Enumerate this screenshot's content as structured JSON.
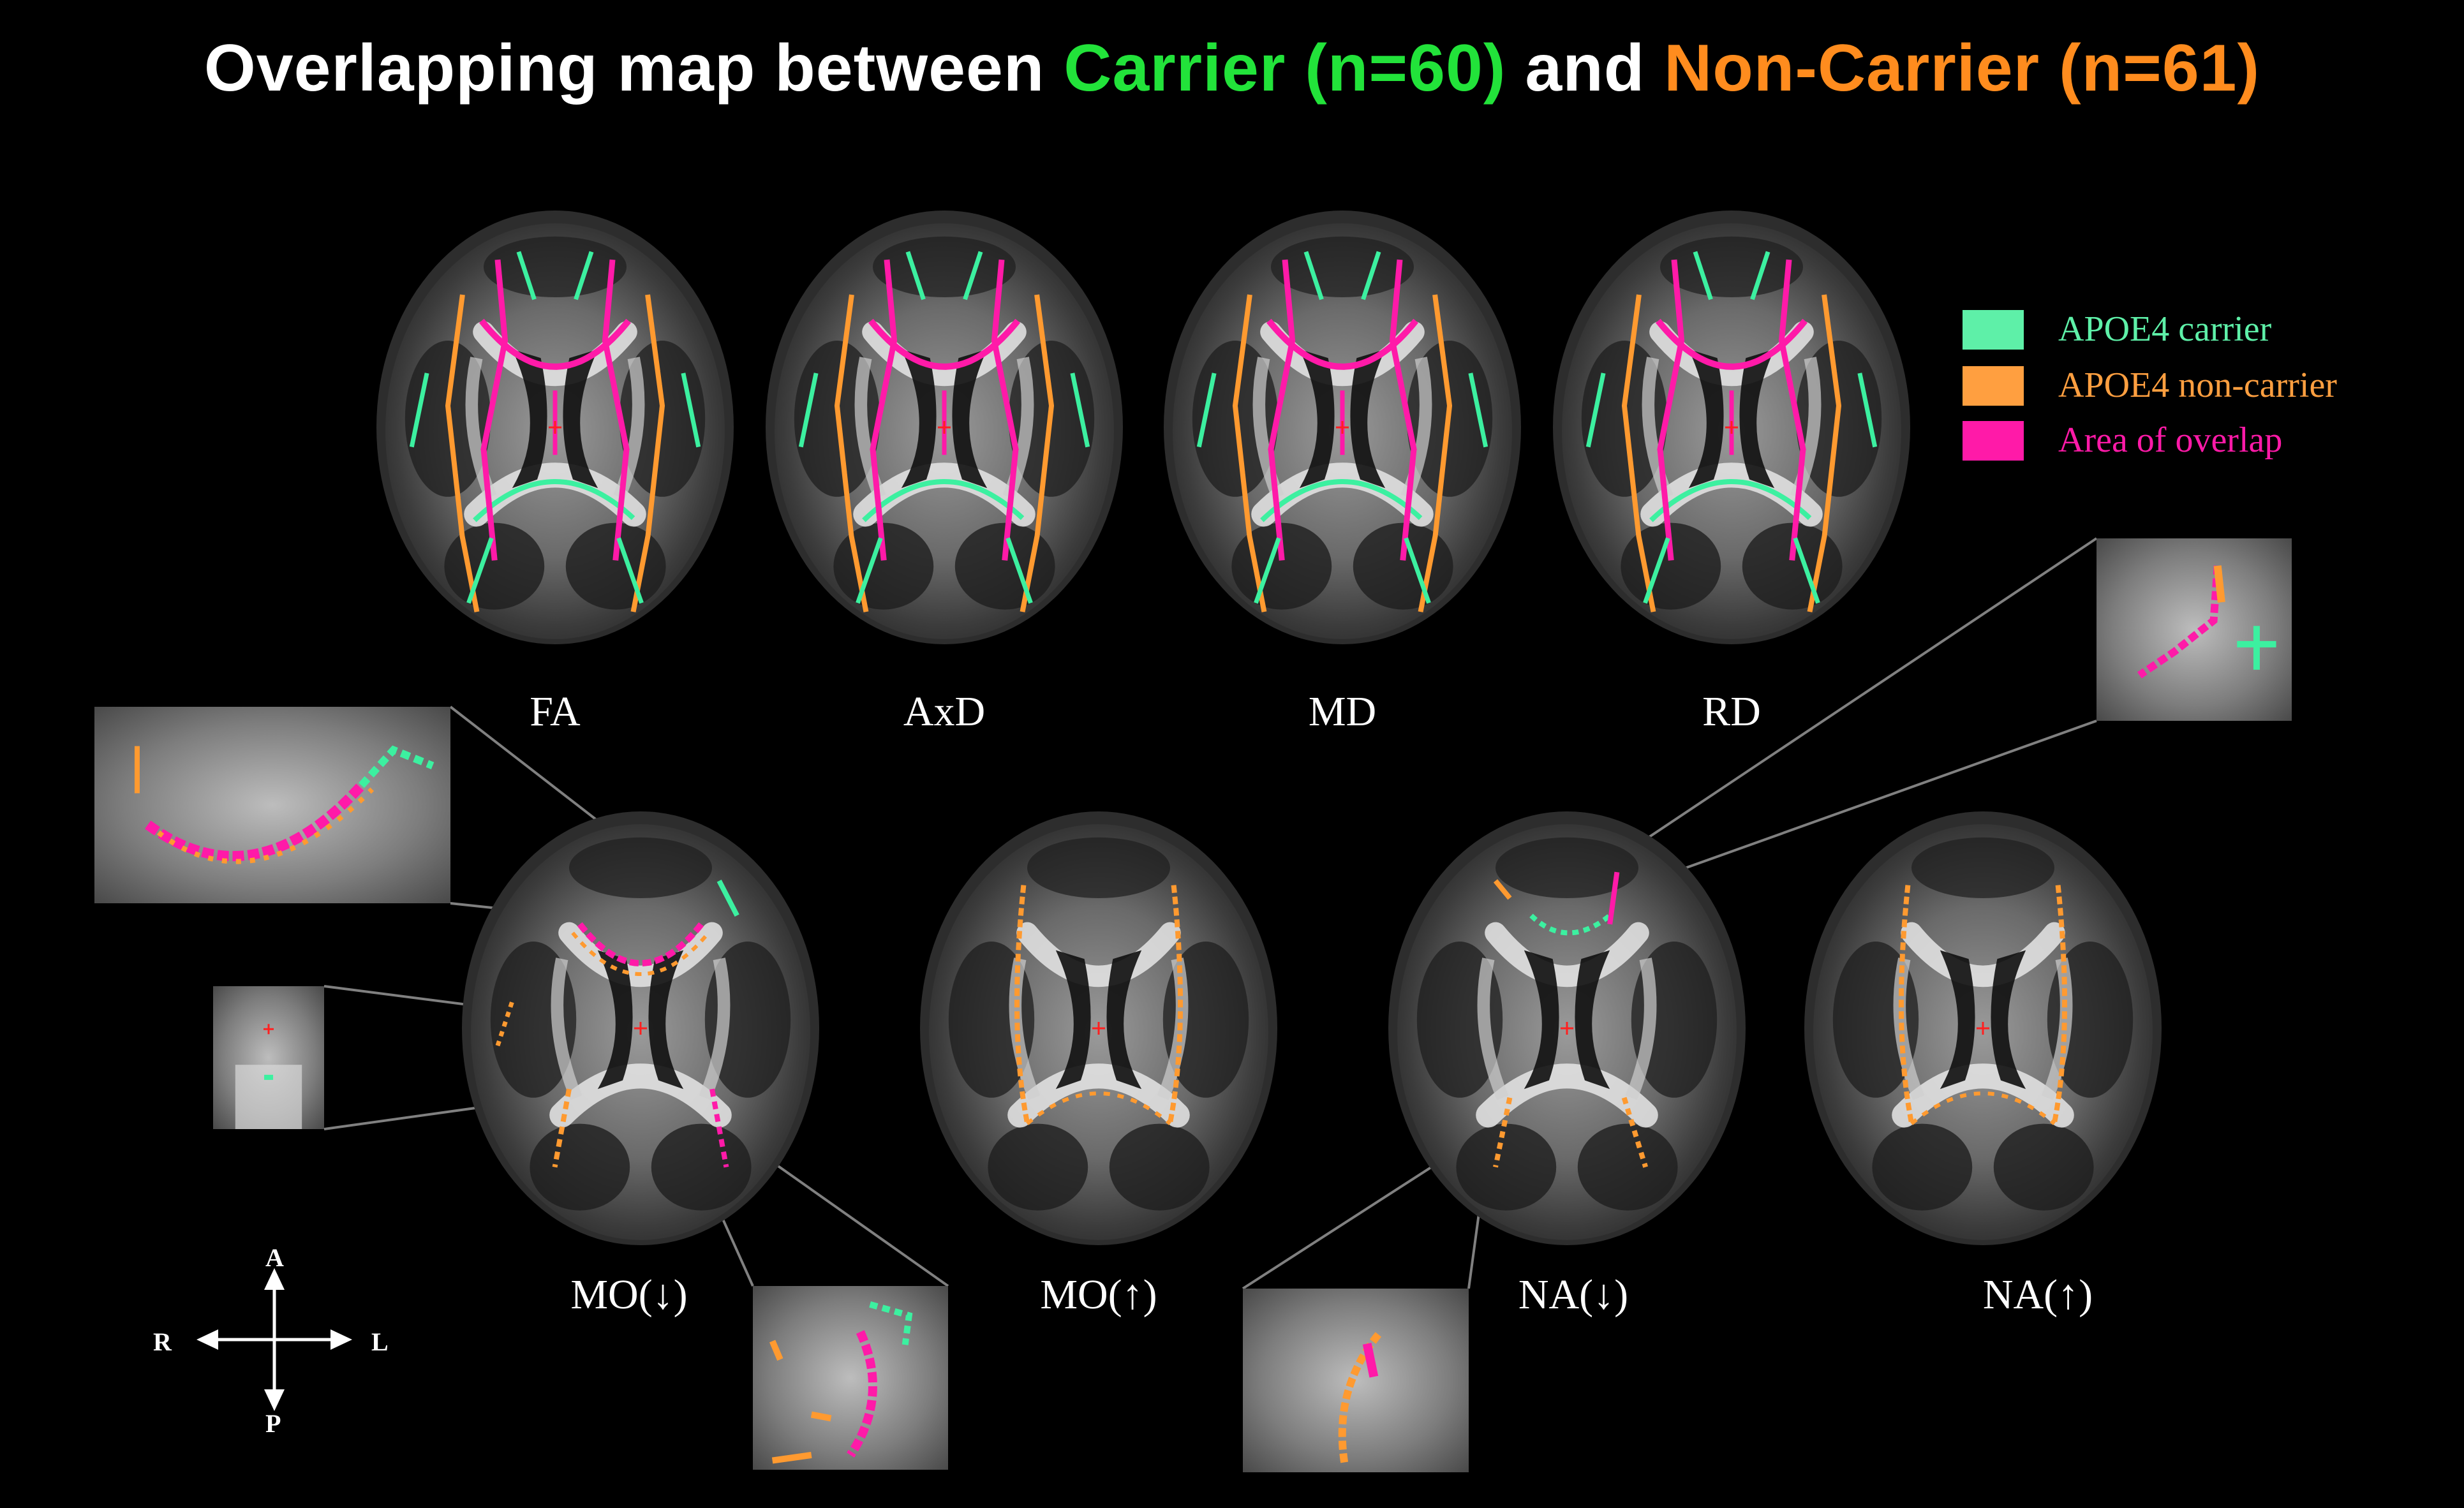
{
  "title": {
    "part1": "Overlapping map between ",
    "carrier": "Carrier (n=60)",
    "part2": " and ",
    "noncarrier": "Non-Carrier (n=61)"
  },
  "colors": {
    "background": "#000000",
    "carrier_title": "#22e33a",
    "noncarrier_title": "#ff8c1e",
    "carrier": "#3cf0a0",
    "noncarrier": "#ff9a30",
    "overlap": "#ff1aa8"
  },
  "legend": [
    {
      "label": "APOE4 carrier",
      "color": "#5ef0a8"
    },
    {
      "label": "APOE4 non-carrier",
      "color": "#ff9f40"
    },
    {
      "label": "Area of overlap",
      "color": "#ff1aa8"
    }
  ],
  "row1_labels": [
    "FA",
    "AxD",
    "MD",
    "RD"
  ],
  "row2_labels": [
    "MO(↓)",
    "MO(↑)",
    "NA(↓)",
    "NA(↑)"
  ],
  "compass": {
    "anterior": "A",
    "posterior": "P",
    "right": "R",
    "left": "L"
  }
}
